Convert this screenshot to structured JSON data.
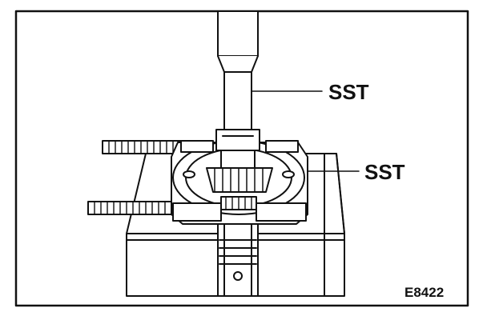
{
  "callouts": {
    "tool_upper": "SST",
    "tool_lower": "SST"
  },
  "figure_code": "E8422",
  "colors": {
    "ink": "#111111",
    "paper": "#ffffff"
  }
}
